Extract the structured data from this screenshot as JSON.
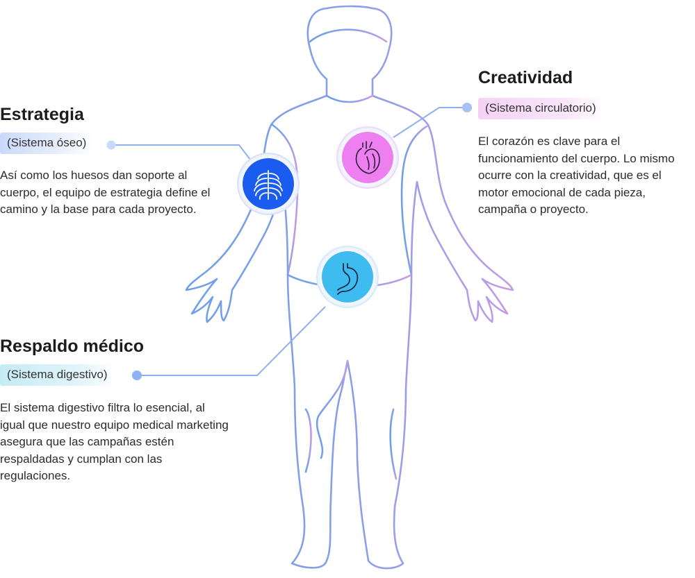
{
  "sections": {
    "estrategia": {
      "title": "Estrategia",
      "tag": "(Sistema óseo)",
      "description": "Así como los huesos dan soporte al cuerpo, el equipo de estrategia define el camino y la base para cada proyecto.",
      "icon": "ribcage-icon",
      "color": "#1b5cf0"
    },
    "creatividad": {
      "title": "Creatividad",
      "tag": "(Sistema circulatorio)",
      "description": "El corazón es clave para el funcionamiento del cuerpo. Lo mismo ocurre con la creatividad, que es el motor emocional de cada pieza, campaña o proyecto.",
      "icon": "heart-icon",
      "color": "#ee7ff0"
    },
    "respaldo": {
      "title": "Respaldo médico",
      "tag": "(Sistema digestivo)",
      "description": "El sistema digestivo filtra lo esencial, al igual que nuestro equipo medical marketing asegura que las campañas estén respaldadas y cumplan con las regulaciones.",
      "icon": "stomach-icon",
      "color": "#3ebcf0"
    }
  },
  "colors": {
    "outline_blue": "#7fa6ea",
    "outline_purple": "#b89be8",
    "connector": "#8fb0ee"
  }
}
